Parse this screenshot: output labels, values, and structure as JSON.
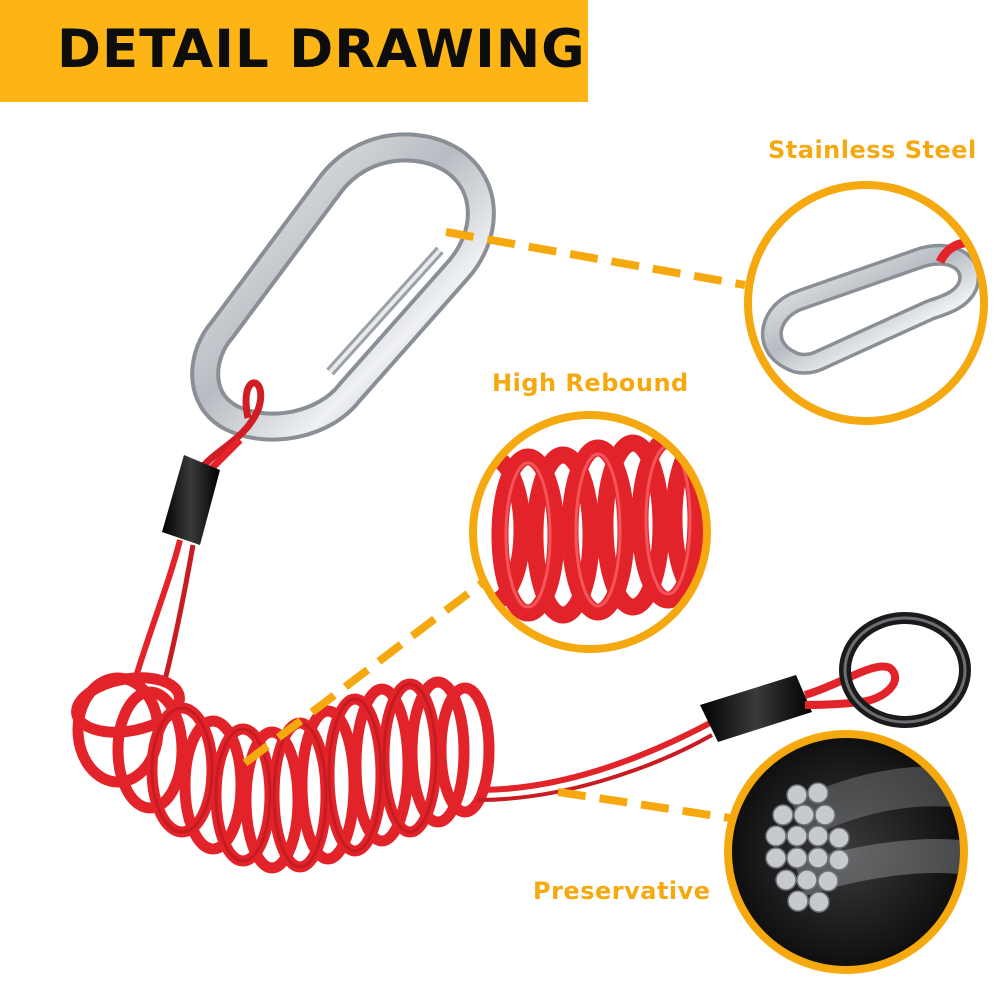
{
  "banner": {
    "title": "DETAIL DRAWING",
    "color": "#fcb514",
    "text_color": "#0d0d0d"
  },
  "callouts": [
    {
      "label": "Stainless Steel",
      "icon": "carabiner-closeup"
    },
    {
      "label": "High Rebound",
      "icon": "coil-closeup"
    },
    {
      "label": "Preservative",
      "icon": "steel-wire-cross-section"
    }
  ],
  "colors": {
    "accent": "#f5a90f",
    "cord": "#e2242a",
    "sleeve": "#111111",
    "metal": "#c9ccd1"
  }
}
